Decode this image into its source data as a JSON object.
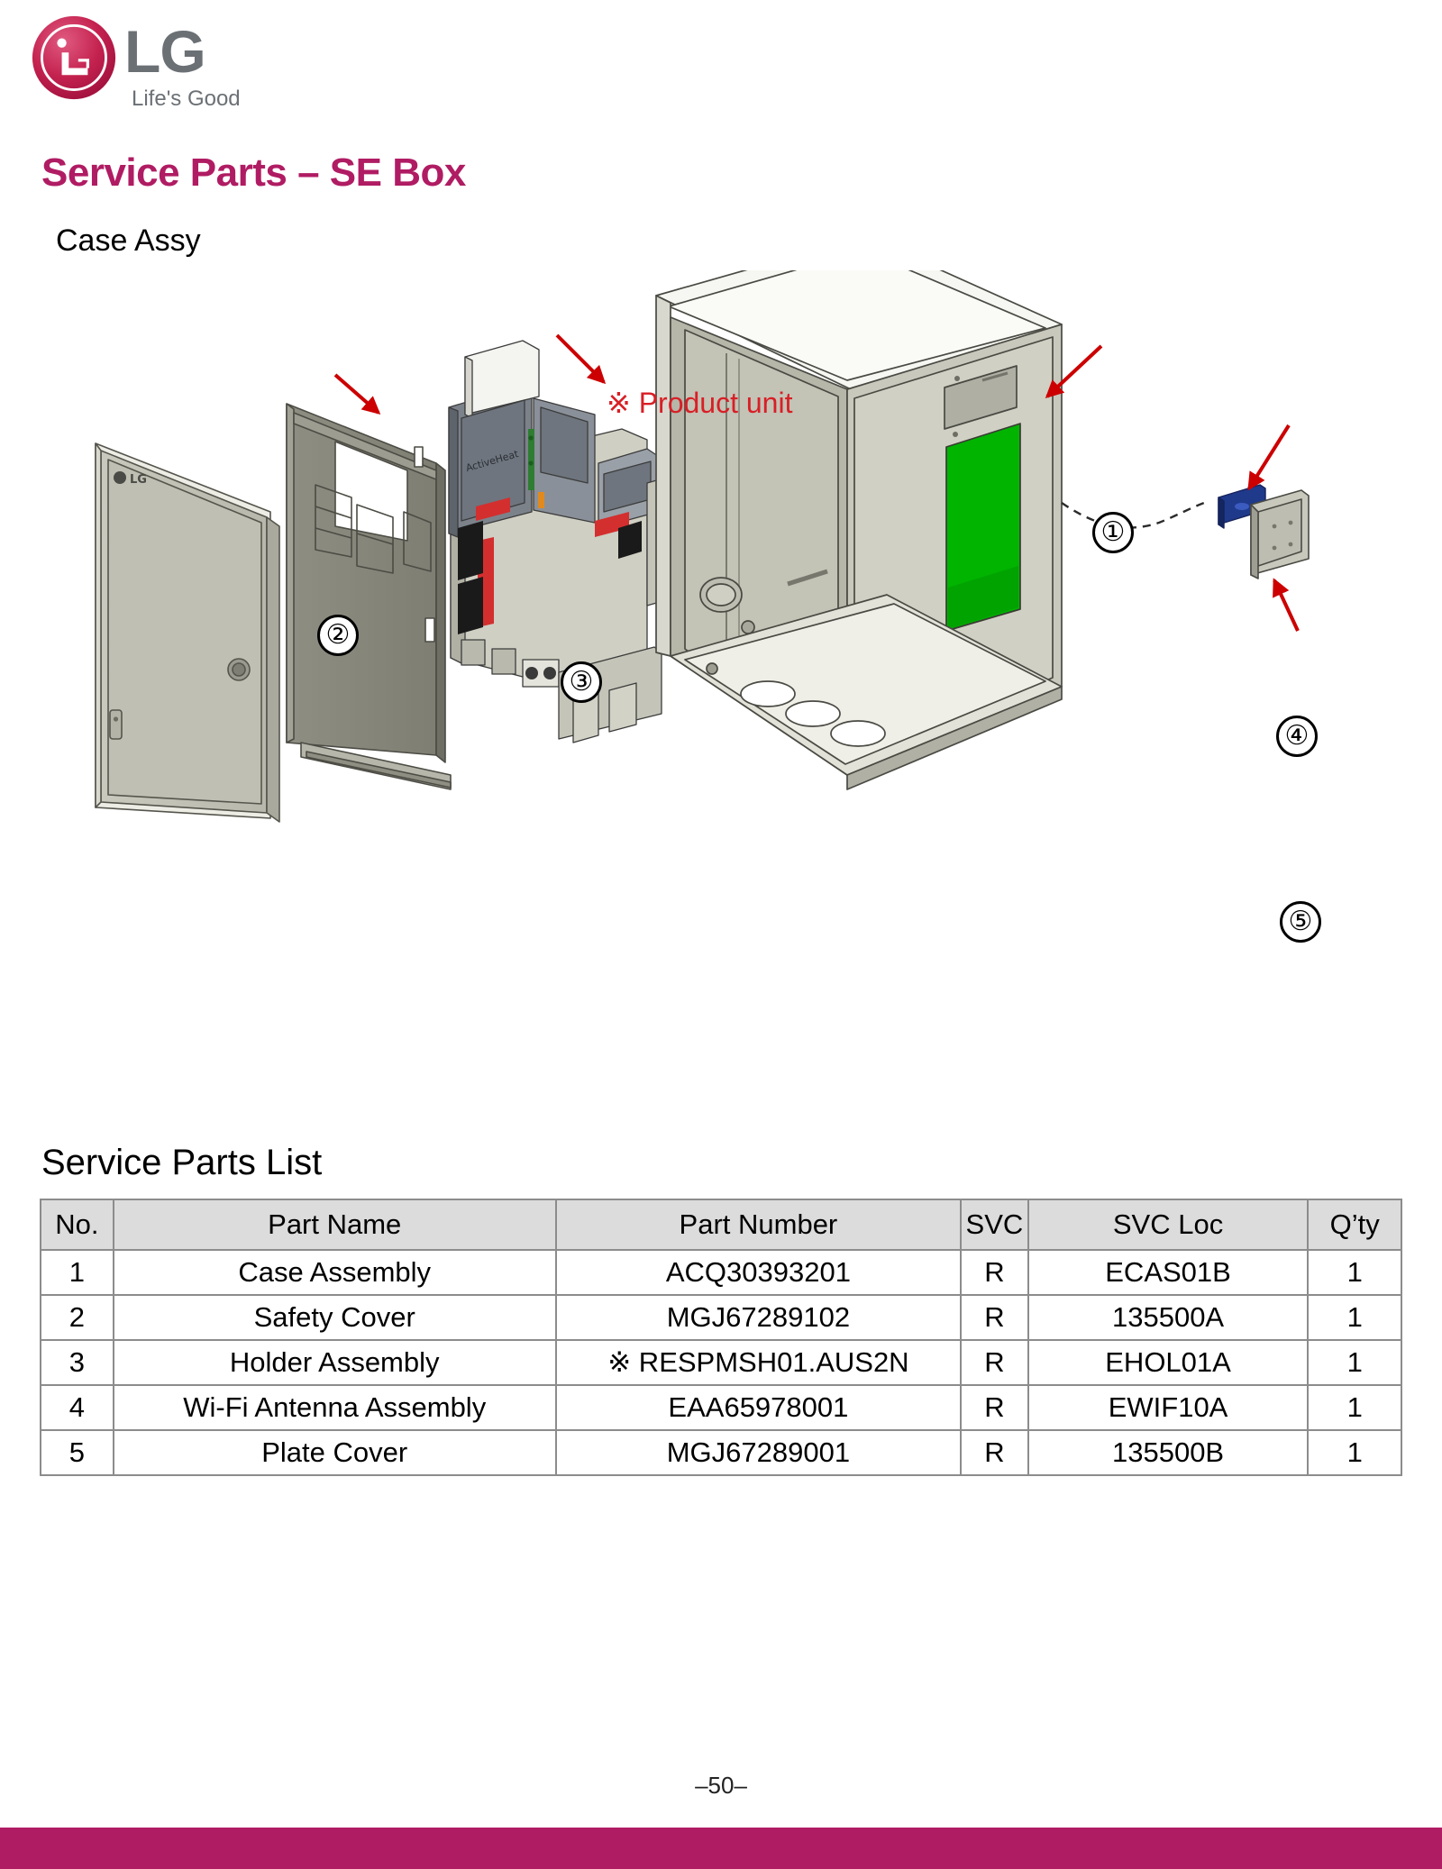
{
  "brand": {
    "logo_text": "LG",
    "tagline": "Life's Good",
    "logo_color": "#C4224F",
    "logo_text_color": "#6B7075"
  },
  "header": {
    "title": "Service Parts – SE Box",
    "subtitle": "Case Assy",
    "title_color": "#B01C63"
  },
  "diagram": {
    "callouts": [
      {
        "id": "1",
        "symbol": "①",
        "target": "case-assembly"
      },
      {
        "id": "2",
        "symbol": "②",
        "target": "safety-cover"
      },
      {
        "id": "3",
        "symbol": "③",
        "target": "holder-assembly"
      },
      {
        "id": "4",
        "symbol": "④",
        "target": "wifi-antenna-assembly"
      },
      {
        "id": "5",
        "symbol": "⑤",
        "target": "plate-cover"
      }
    ],
    "product_unit_note": "※ Product unit",
    "note_color": "#D81F26",
    "arrow_color": "#CC0000",
    "label_panel_color": "#00B400"
  },
  "parts_list": {
    "title": "Service Parts List",
    "columns": [
      "No.",
      "Part Name",
      "Part Number",
      "SVC",
      "SVC Loc",
      "Q’ty"
    ],
    "rows": [
      {
        "no": "1",
        "name": "Case Assembly",
        "number": "ACQ30393201",
        "svc": "R",
        "loc": "ECAS01B",
        "qty": "1"
      },
      {
        "no": "2",
        "name": "Safety Cover",
        "number": "MGJ67289102",
        "svc": "R",
        "loc": "135500A",
        "qty": "1"
      },
      {
        "no": "3",
        "name": "Holder Assembly",
        "number": "※ RESPMSH01.AUS2N",
        "svc": "R",
        "loc": "EHOL01A",
        "qty": "1"
      },
      {
        "no": "4",
        "name": "Wi-Fi Antenna Assembly",
        "number": "EAA65978001",
        "svc": "R",
        "loc": "EWIF10A",
        "qty": "1"
      },
      {
        "no": "5",
        "name": "Plate Cover",
        "number": "MGJ67289001",
        "svc": "R",
        "loc": "135500B",
        "qty": "1"
      }
    ]
  },
  "footer": {
    "page_number": "–50–",
    "bar_color": "#B01C63"
  }
}
